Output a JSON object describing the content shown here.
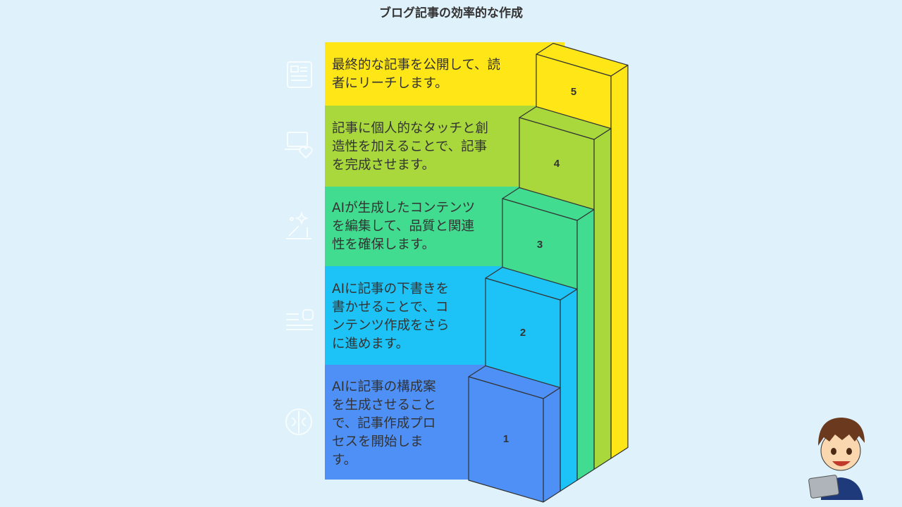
{
  "title": "ブログ記事の効率的な作成",
  "colors": {
    "step5": "#FFE616",
    "step4": "#A8D83C",
    "step3": "#42DC90",
    "step2": "#1DC3F6",
    "step1": "#4F90F6",
    "background": "#DFF1FA",
    "text": "#333333"
  },
  "steps": [
    {
      "number": "1",
      "icon": "brain-icon",
      "lines": [
        "AIに記事の構成案",
        "を生成させること",
        "で、記事作成プロ",
        "セスを開始しま",
        "す。"
      ]
    },
    {
      "number": "2",
      "icon": "writing-lines-icon",
      "lines": [
        "AIに記事の下書きを",
        "書かせることで、コ",
        "ンテンツ作成をさら",
        "に進めます。"
      ]
    },
    {
      "number": "3",
      "icon": "magic-sparkle-icon",
      "lines": [
        "AIが生成したコンテンツ",
        "を編集して、品質と関連",
        "性を確保します。"
      ]
    },
    {
      "number": "4",
      "icon": "laptop-heart-icon",
      "lines": [
        "記事に個人的なタッチと創",
        "造性を加えることで、記事",
        "を完成させます。"
      ]
    },
    {
      "number": "5",
      "icon": "newspaper-icon",
      "lines": [
        "最終的な記事を公開して、読",
        "者にリーチします。"
      ]
    }
  ]
}
